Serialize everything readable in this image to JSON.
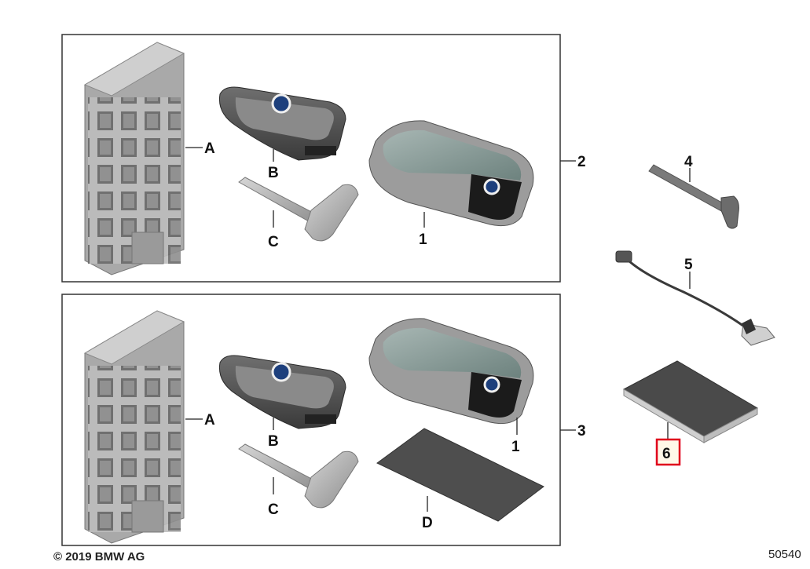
{
  "copyright": "© 2019 BMW AG",
  "diagram_number": "50540",
  "labels": {
    "A": "A",
    "B": "B",
    "C": "C",
    "D": "D",
    "one": "1",
    "two": "2",
    "three": "3",
    "four": "4",
    "five": "5",
    "six": "6"
  },
  "colors": {
    "highlight": "#e0001b",
    "frame": "#333333",
    "module": "#b9b9b9",
    "display": "#7f9590",
    "card": "#505050"
  },
  "icons": [
    "bmw-logo-icon",
    "lock-icon",
    "unlock-icon",
    "car-icon",
    "trunk-icon"
  ]
}
